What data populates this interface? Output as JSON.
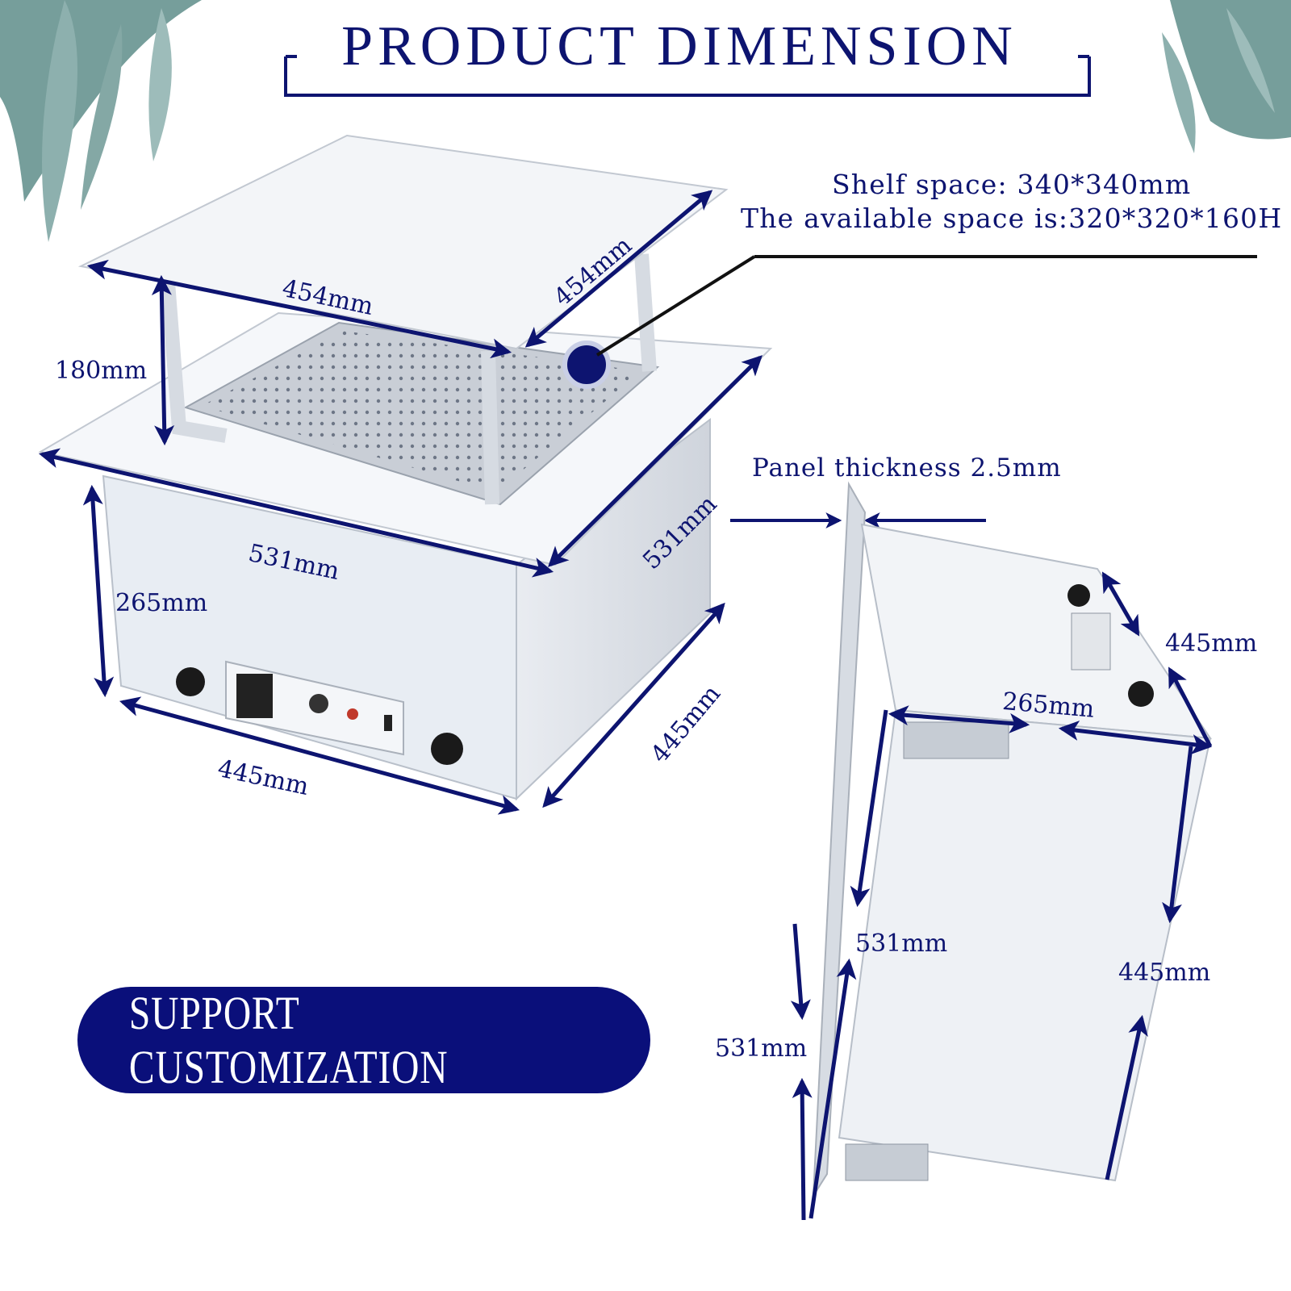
{
  "title": "PRODUCT  DIMENSION",
  "shelf": {
    "line1": "Shelf space: 340*340mm",
    "line2": "The available space is:320*320*160H"
  },
  "panel_thickness": "Panel thickness 2.5mm",
  "badge": "SUPPORT CUSTOMIZATION",
  "front_view": {
    "shelf_width": "454mm",
    "shelf_depth": "454mm",
    "lift_height": "180mm",
    "panel_width": "531mm",
    "panel_depth": "531mm",
    "box_height": "265mm",
    "box_width": "445mm",
    "box_depth": "445mm"
  },
  "side_view": {
    "depth_top": "445mm",
    "height": "265mm",
    "panel_length_inner": "531mm",
    "panel_length_outer": "531mm",
    "box_length": "445mm"
  },
  "colors": {
    "accent": "#0d1470",
    "badge": "#0a0f7a",
    "leaf": "#5f8e8a"
  }
}
